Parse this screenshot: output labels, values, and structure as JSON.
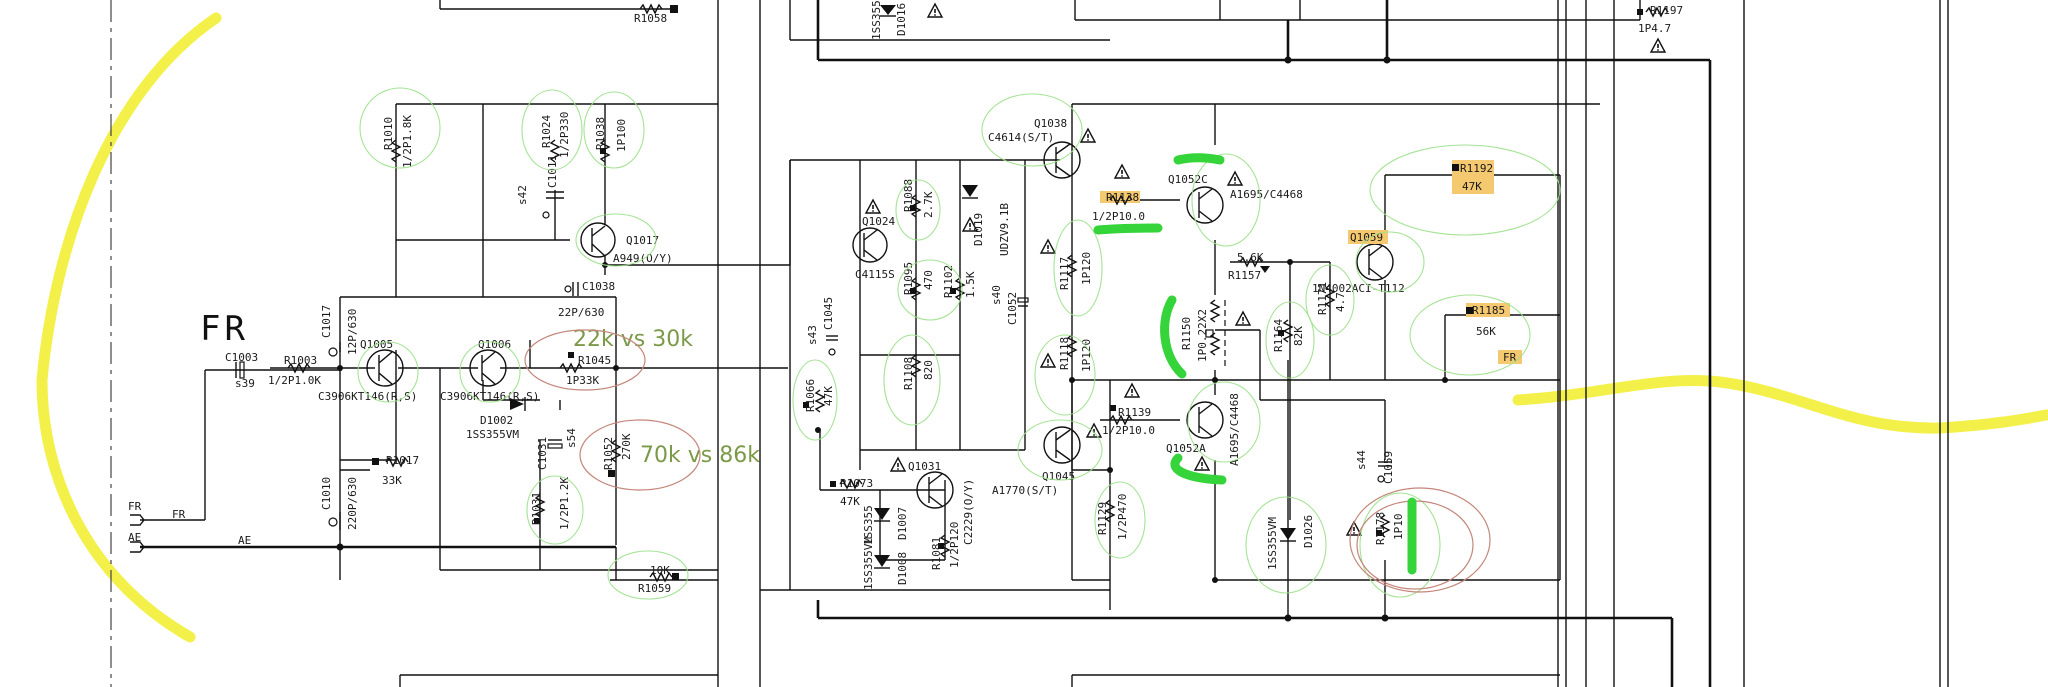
{
  "title": "FR",
  "notes": {
    "n1": "22k vs 30k",
    "n2": "70k vs 86k"
  },
  "ports": {
    "fr_left": "FR",
    "fr_wire": "FR",
    "ae_left": "AE",
    "ae_wire": "AE",
    "fr_right": "FR"
  },
  "labels": {
    "r1058": "R1058",
    "r1010": "R1010",
    "r1010v": "1/2P1.8K",
    "r1024": "R1024",
    "r1024v": "1/2P330",
    "r1038": "R1038",
    "r1038v": "1P100",
    "s42": "s42",
    "c1011": "C1011",
    "q1017": "Q1017",
    "q1017t": "A949(O/Y)",
    "c1038": "C1038",
    "c1038v": "22P/630",
    "r1045": "R1045",
    "r1045v": "1P33K",
    "c1017": "C1017",
    "c1017v": "12P/630",
    "c1003": "C1003",
    "s39": "s39",
    "r1003": "R1003",
    "r1003v": "1/2P1.0K",
    "q1005": "Q1005",
    "q1006": "Q1006",
    "q1005t": "C3906KT146(R,S)",
    "q1006t": "C3906KT146(R,S)",
    "d1002": "D1002",
    "d1002t": "1SS355VM",
    "r1017": "R1017",
    "r1017v": "33K",
    "c1031": "C1031",
    "s54": "s54",
    "r1052": "R1052",
    "r1052v": "270K",
    "c1010": "C1010",
    "c1010v": "220P/630",
    "r1031": "R1031",
    "r1031v": "1/2P1.2K",
    "r1059": "R1059",
    "r1059v": "10K",
    "d1007a": "1SS355",
    "d1007b": "D1007",
    "d1008a": "1SS355VM",
    "d1008b": "D1008",
    "q1038": "Q1038",
    "q1038t": "C4614(S/T)",
    "q1024": "Q1024",
    "q1024t": "C4115S",
    "r1088": "R1088",
    "r1088v": "2.7K",
    "r1095": "R1095",
    "r1095v": "470",
    "r1102": "R1102",
    "r1102v": "1.5K",
    "d1019": "D1019",
    "d1019t": "UDZV9.1B",
    "s40": "s40",
    "c1052": "C1052",
    "r1117": "R1117",
    "r1117v": "1P120",
    "s43": "s43",
    "c1045": "C1045",
    "r1066": "R1066",
    "r1066v": "47K",
    "r1108": "R1108",
    "r1108v": "820",
    "r1118": "R1118",
    "r1118v": "1P120",
    "r1073": "R1073",
    "r1073v": "47K",
    "q1031": "Q1031",
    "q1031t": "C2229(O/Y)",
    "r1081": "R1081",
    "r1081v": "1/2P120",
    "q1045": "Q1045",
    "q1045t": "A1770(S/T)",
    "r1129": "R1129",
    "r1129v": "1/2P470",
    "r1138": "R1138",
    "r1138v": "1/2P10.0",
    "r1139": "R1139",
    "r1139v": "1/2P10.0",
    "q1052c": "Q1052C",
    "q1052ct": "A1695/C4468",
    "q1052a": "Q1052A",
    "q1052at": "A1695/C4468",
    "r1150": "R1150",
    "r1150v": "1P0.22X2",
    "r1157": "R1157",
    "r1157v": "5.6K",
    "r1164": "R1164",
    "r1164v": "82K",
    "r1171": "R1171",
    "r1171v": "4.7",
    "q1059": "Q1059",
    "q1059t": "1N4002ACI-T112",
    "r1192": "R1192",
    "r1192v": "47K",
    "r1185": "R1185",
    "r1185v": "56K",
    "r1197": "R1197",
    "r1197v": "1P4.7",
    "d1026": "D1026",
    "d1026t": "1SS355VM",
    "s44": "s44",
    "c1059": "C1059",
    "r1178": "R1178",
    "r1178v": "1P10",
    "d1016": "D1016",
    "d1016t": "1SS355"
  }
}
